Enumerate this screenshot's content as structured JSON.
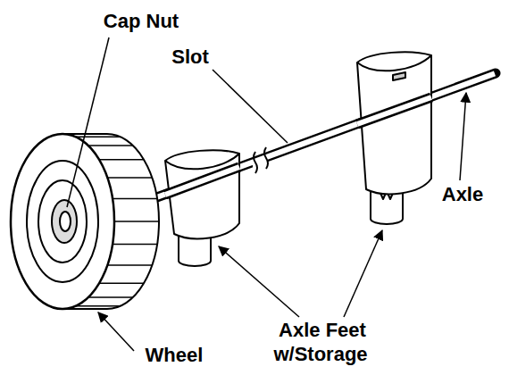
{
  "diagram": {
    "labels": [
      "Cap Nut",
      "Slot",
      "Axle",
      "Axle Feet w/Storage",
      "Wheel"
    ]
  }
}
